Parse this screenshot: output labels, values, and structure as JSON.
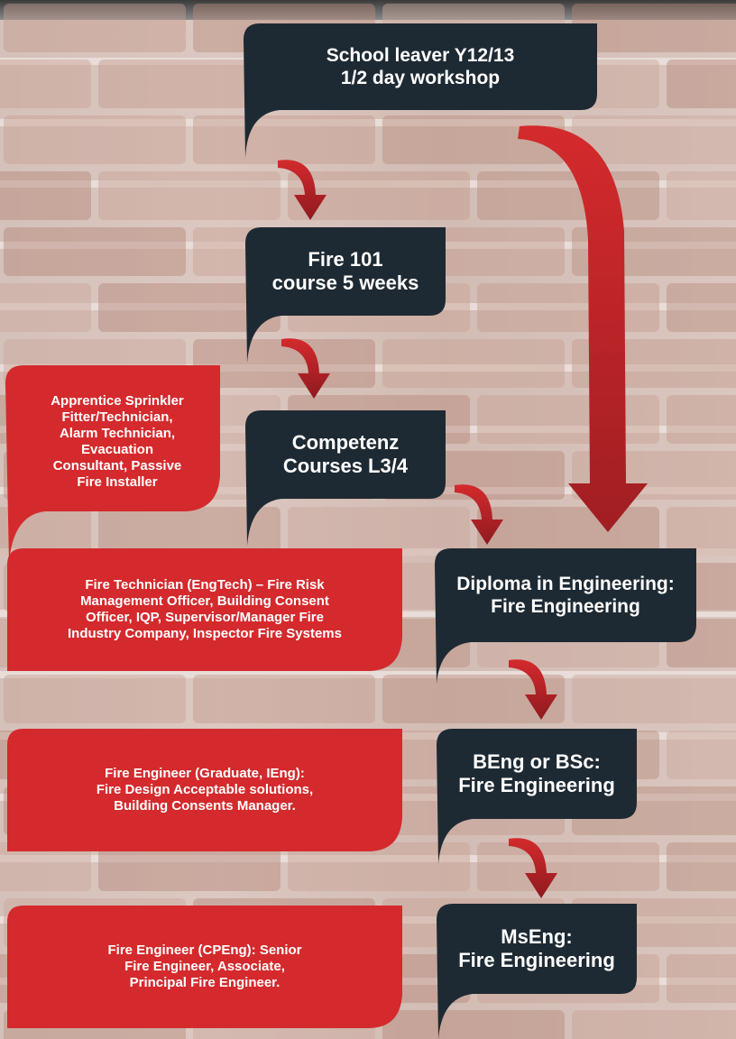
{
  "colors": {
    "dark": "#1e2a33",
    "red": "#d42a2d",
    "red_dark": "#8e1a1f"
  },
  "steps": [
    {
      "id": "school-leaver",
      "text": "School leaver Y12/13\n1/2 day workshop"
    },
    {
      "id": "fire-101",
      "text": "Fire 101\ncourse 5 weeks"
    },
    {
      "id": "competenz",
      "text": "Competenz\nCourses L3/4"
    },
    {
      "id": "diploma",
      "text": "Diploma in Engineering:\nFire Engineering"
    },
    {
      "id": "beng-bsc",
      "text": "BEng or BSc:\nFire Engineering"
    },
    {
      "id": "mseng",
      "text": "MsEng:\nFire Engineering"
    }
  ],
  "roles": [
    {
      "id": "apprentice",
      "text": "Apprentice Sprinkler\nFitter/Technician,\nAlarm Technician,\nEvacuation\nConsultant, Passive\nFire Installer"
    },
    {
      "id": "fire-technician",
      "text": "Fire Technician (EngTech) – Fire Risk\nManagement Officer, Building Consent\nOfficer, IQP, Supervisor/Manager Fire\nIndustry Company, Inspector Fire Systems"
    },
    {
      "id": "fire-engineer-graduate",
      "text": "Fire Engineer (Graduate, IEng):\nFire Design Acceptable solutions,\nBuilding Consents Manager."
    },
    {
      "id": "fire-engineer-cpeng",
      "text": "Fire Engineer (CPEng): Senior\nFire Engineer, Associate,\nPrincipal Fire Engineer."
    }
  ]
}
